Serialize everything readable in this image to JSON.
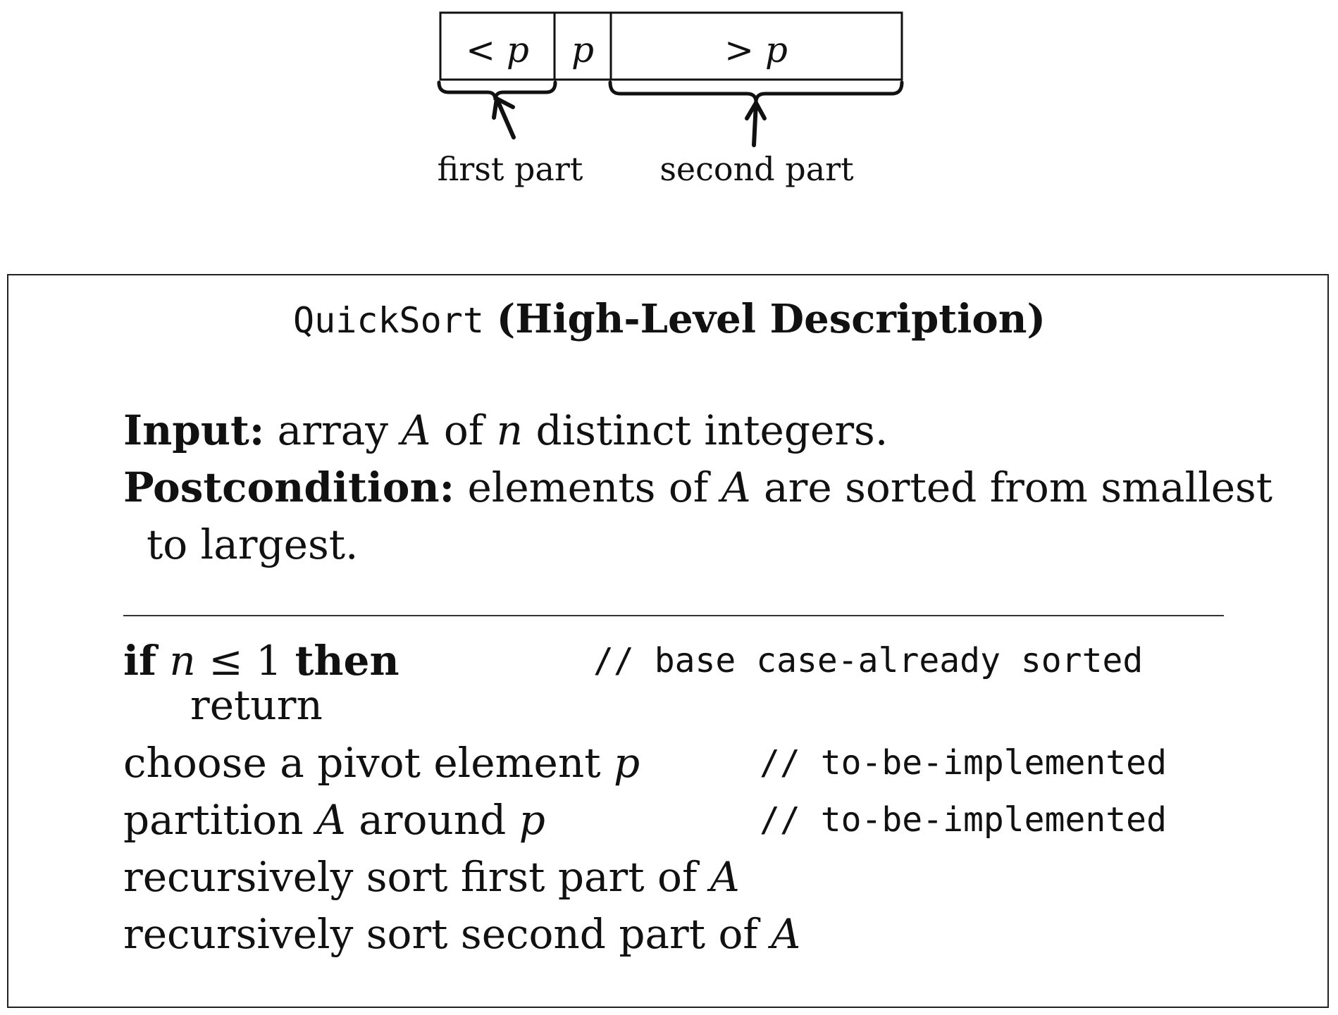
{
  "diagram": {
    "cells": [
      {
        "label": "< p"
      },
      {
        "label": "p"
      },
      {
        "label": "> p"
      }
    ],
    "first_part_label": "first part",
    "second_part_label": "second part"
  },
  "algorithm": {
    "title_code": "QuickSort",
    "title_text": "(High-Level Description)",
    "input_label": "Input:",
    "input_text_1": "array",
    "input_var_A": "A",
    "input_text_2": "of",
    "input_var_n": "n",
    "input_text_3": "distinct integers.",
    "post_label": "Postcondition:",
    "post_text_1": "elements of",
    "post_var_A": "A",
    "post_text_2": "are sorted from smallest",
    "post_text_3": "to largest.",
    "lines": {
      "if_kw": "if",
      "if_var_n": "n",
      "if_op": "≤ 1",
      "then_kw": "then",
      "if_comment": "// base case-already sorted",
      "return_text": "return",
      "pivot_text": "choose a pivot element",
      "pivot_var": "p",
      "pivot_comment": "// to-be-implemented",
      "partition_text_1": "partition",
      "partition_var_A": "A",
      "partition_text_2": "around",
      "partition_var_p": "p",
      "partition_comment": "// to-be-implemented",
      "rec1_text": "recursively sort first part of",
      "rec1_var": "A",
      "rec2_text": "recursively sort second part of",
      "rec2_var": "A"
    }
  }
}
